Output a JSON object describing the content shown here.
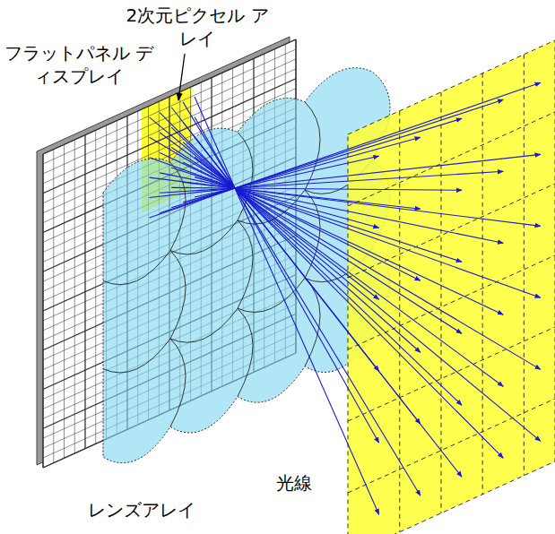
{
  "diagram": {
    "labels": [
      "2次元ピクセル アレイ",
      "フラットパネル ディスプレイ",
      "光線",
      "レンズアレイ"
    ]
  }
}
